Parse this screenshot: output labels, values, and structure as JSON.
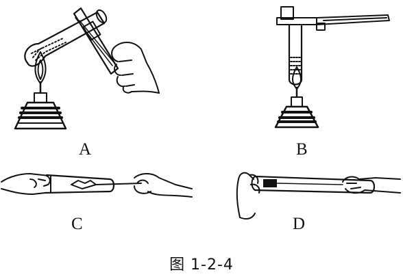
{
  "panels": [
    {
      "id": "A",
      "label": "A"
    },
    {
      "id": "B",
      "label": "B"
    },
    {
      "id": "C",
      "label": "C"
    },
    {
      "id": "D",
      "label": "D"
    }
  ],
  "caption": "图 1-2-4",
  "colors": {
    "ink": "#111111",
    "background": "#ffffff"
  }
}
